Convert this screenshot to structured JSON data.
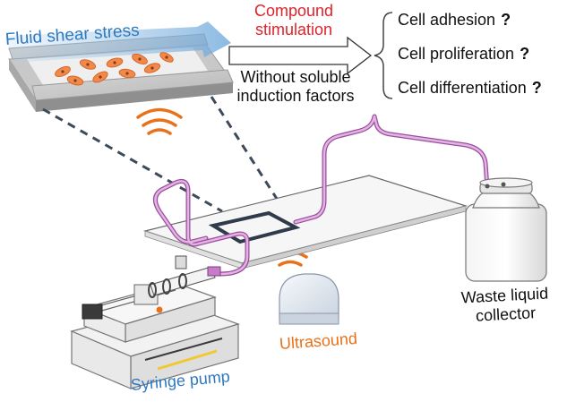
{
  "labels": {
    "fluid_shear_stress": "Fluid shear stress",
    "compound_line1": "Compound",
    "compound_line2": "stimulation",
    "without_line1": "Without soluble",
    "without_line2": "induction factors",
    "outcomes": [
      "Cell adhesion",
      "Cell proliferation",
      "Cell differentiation"
    ],
    "question_mark": "?",
    "syringe_pump": "Syringe pump",
    "ultrasound": "Ultrasound",
    "waste_line1": "Waste liquid",
    "waste_line2": "collector"
  },
  "colors": {
    "fluid_label": "#2f79bf",
    "compound_label": "#e0232a",
    "ultrasound": "#e8711a",
    "tubing": "#c77bc8",
    "cells": "#f08a4b"
  },
  "icons": [
    "ultrasound-wave-icon",
    "ultrasound-wave-icon",
    "arrow-icon",
    "brace-icon"
  ]
}
